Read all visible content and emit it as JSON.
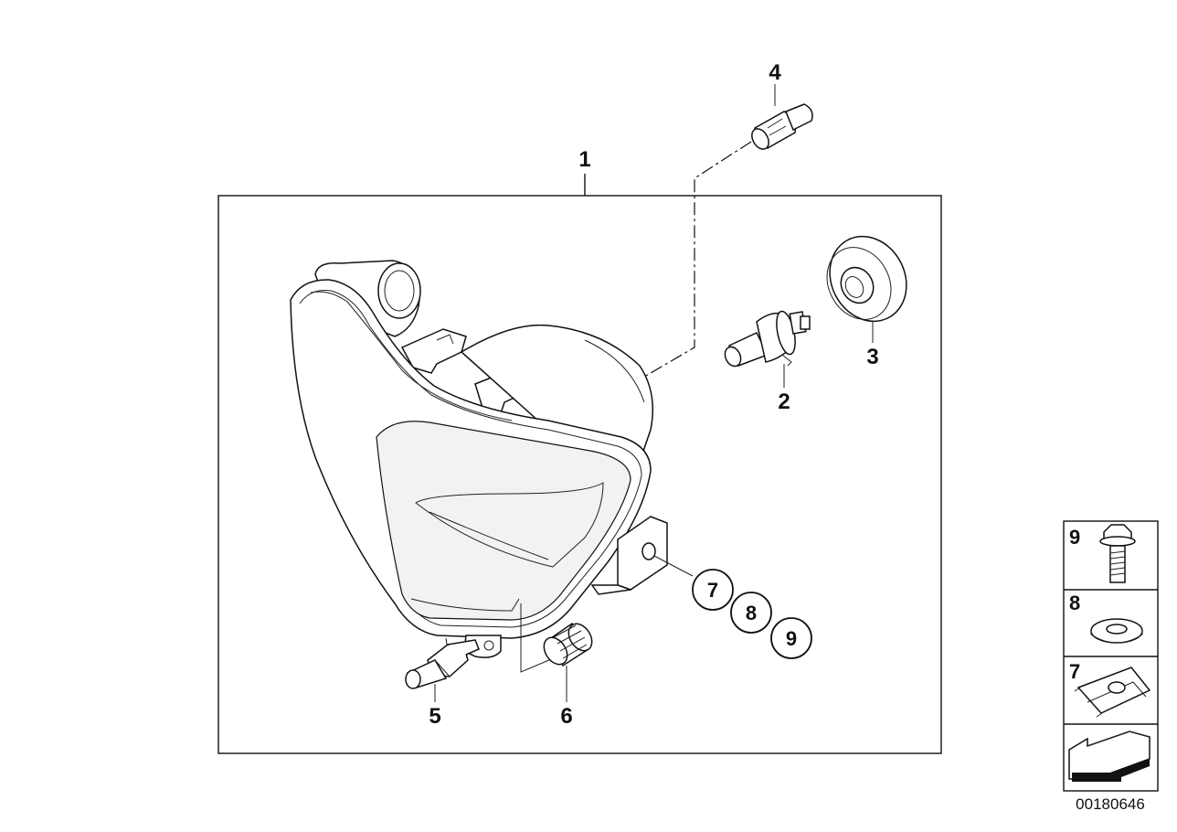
{
  "diagram": {
    "callouts": {
      "c1": "1",
      "c2": "2",
      "c3": "3",
      "c4": "4",
      "c5": "5",
      "c6": "6",
      "c7": "7",
      "c8": "8",
      "c9": "9"
    },
    "key_panel": {
      "k9": "9",
      "k8": "8",
      "k7": "7"
    },
    "document_id": "00180646"
  }
}
